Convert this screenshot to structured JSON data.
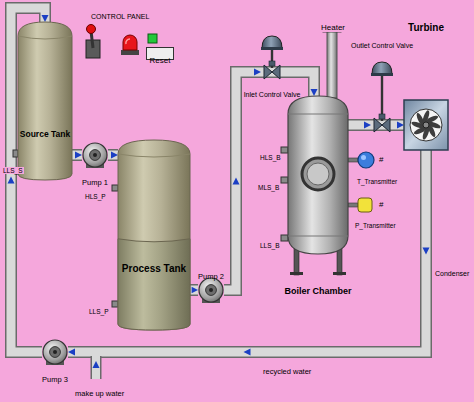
{
  "diagram": {
    "nodes": [
      {
        "text": [
          "Source Tank"
        ]
      },
      {
        "text": [
          "Pump 1"
        ]
      },
      {
        "text": [
          "Process Tank"
        ]
      },
      {
        "text": [
          "Pump 2"
        ]
      },
      {
        "text": [
          "Inlet Control Valve"
        ]
      },
      {
        "text": [
          "Boiler Chamber"
        ]
      },
      {
        "text": [
          "Outlet Control Valve"
        ]
      },
      {
        "text": [
          "Turbine"
        ]
      },
      {
        "text": [
          "Pump 3"
        ]
      },
      {
        "text": [
          "Reset"
        ]
      }
    ],
    "edges": [
      {
        "from": 0,
        "to": 1,
        "arrow": "to"
      },
      {
        "from": 1,
        "to": 2,
        "arrow": "to"
      },
      {
        "from": 2,
        "to": 3,
        "arrow": "to"
      },
      {
        "from": 3,
        "to": 4,
        "arrow": "to"
      },
      {
        "from": 4,
        "to": 5,
        "arrow": "to"
      },
      {
        "from": 5,
        "to": 6,
        "arrow": "to"
      },
      {
        "from": 6,
        "to": 7,
        "arrow": "to"
      },
      {
        "from": 7,
        "to": 8,
        "label": "recycled water",
        "arrow": "to"
      },
      {
        "from": 8,
        "to": 0,
        "arrow": "to"
      }
    ],
    "labels": [
      "CONTROL PANEL",
      "LLS_S",
      "HLS_P",
      "LLS_P",
      "Heater",
      "HLS_B",
      "MLS_B",
      "LLS_B",
      "#",
      "T_Transmitter",
      "#",
      "P_Transmitter",
      "Condenser",
      "make up water"
    ]
  }
}
